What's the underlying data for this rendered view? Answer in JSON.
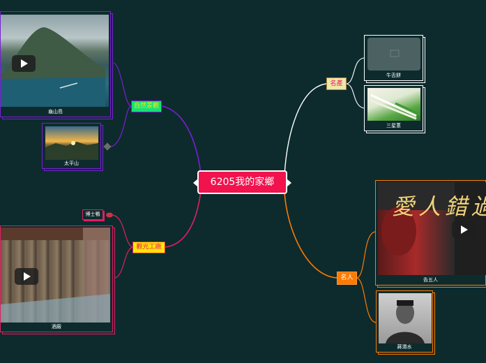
{
  "central": {
    "label": "6205我的家鄉"
  },
  "branches": {
    "scenic": {
      "label": "自然景觀",
      "color": "#7a1fd6",
      "fill": "#17e07a",
      "text": "#ffe600"
    },
    "tourism": {
      "label": "觀光工廠",
      "color": "#e01f63",
      "fill": "#ffe600",
      "text": "#e01f63"
    },
    "products": {
      "label": "名產",
      "color": "#ffffff",
      "fill": "#f2e6a8",
      "text": "#e01f63"
    },
    "people": {
      "label": "名人",
      "color": "#ff7a00",
      "fill": "#ff7a00",
      "text": "#ffffff"
    }
  },
  "cards": {
    "guishan": {
      "caption": "龜山島"
    },
    "taipingshan": {
      "caption": "太平山"
    },
    "jiuchang": {
      "caption": "酒廠"
    },
    "niushebing": {
      "caption": "牛舌餅"
    },
    "sanxingcong": {
      "caption": "三星蔥"
    },
    "gaowuren": {
      "caption": "告五人",
      "title_art": "愛人錯過"
    },
    "jiangweishui": {
      "caption": "蔣渭水"
    }
  },
  "extra": {
    "boshiya": "博士鴨"
  }
}
